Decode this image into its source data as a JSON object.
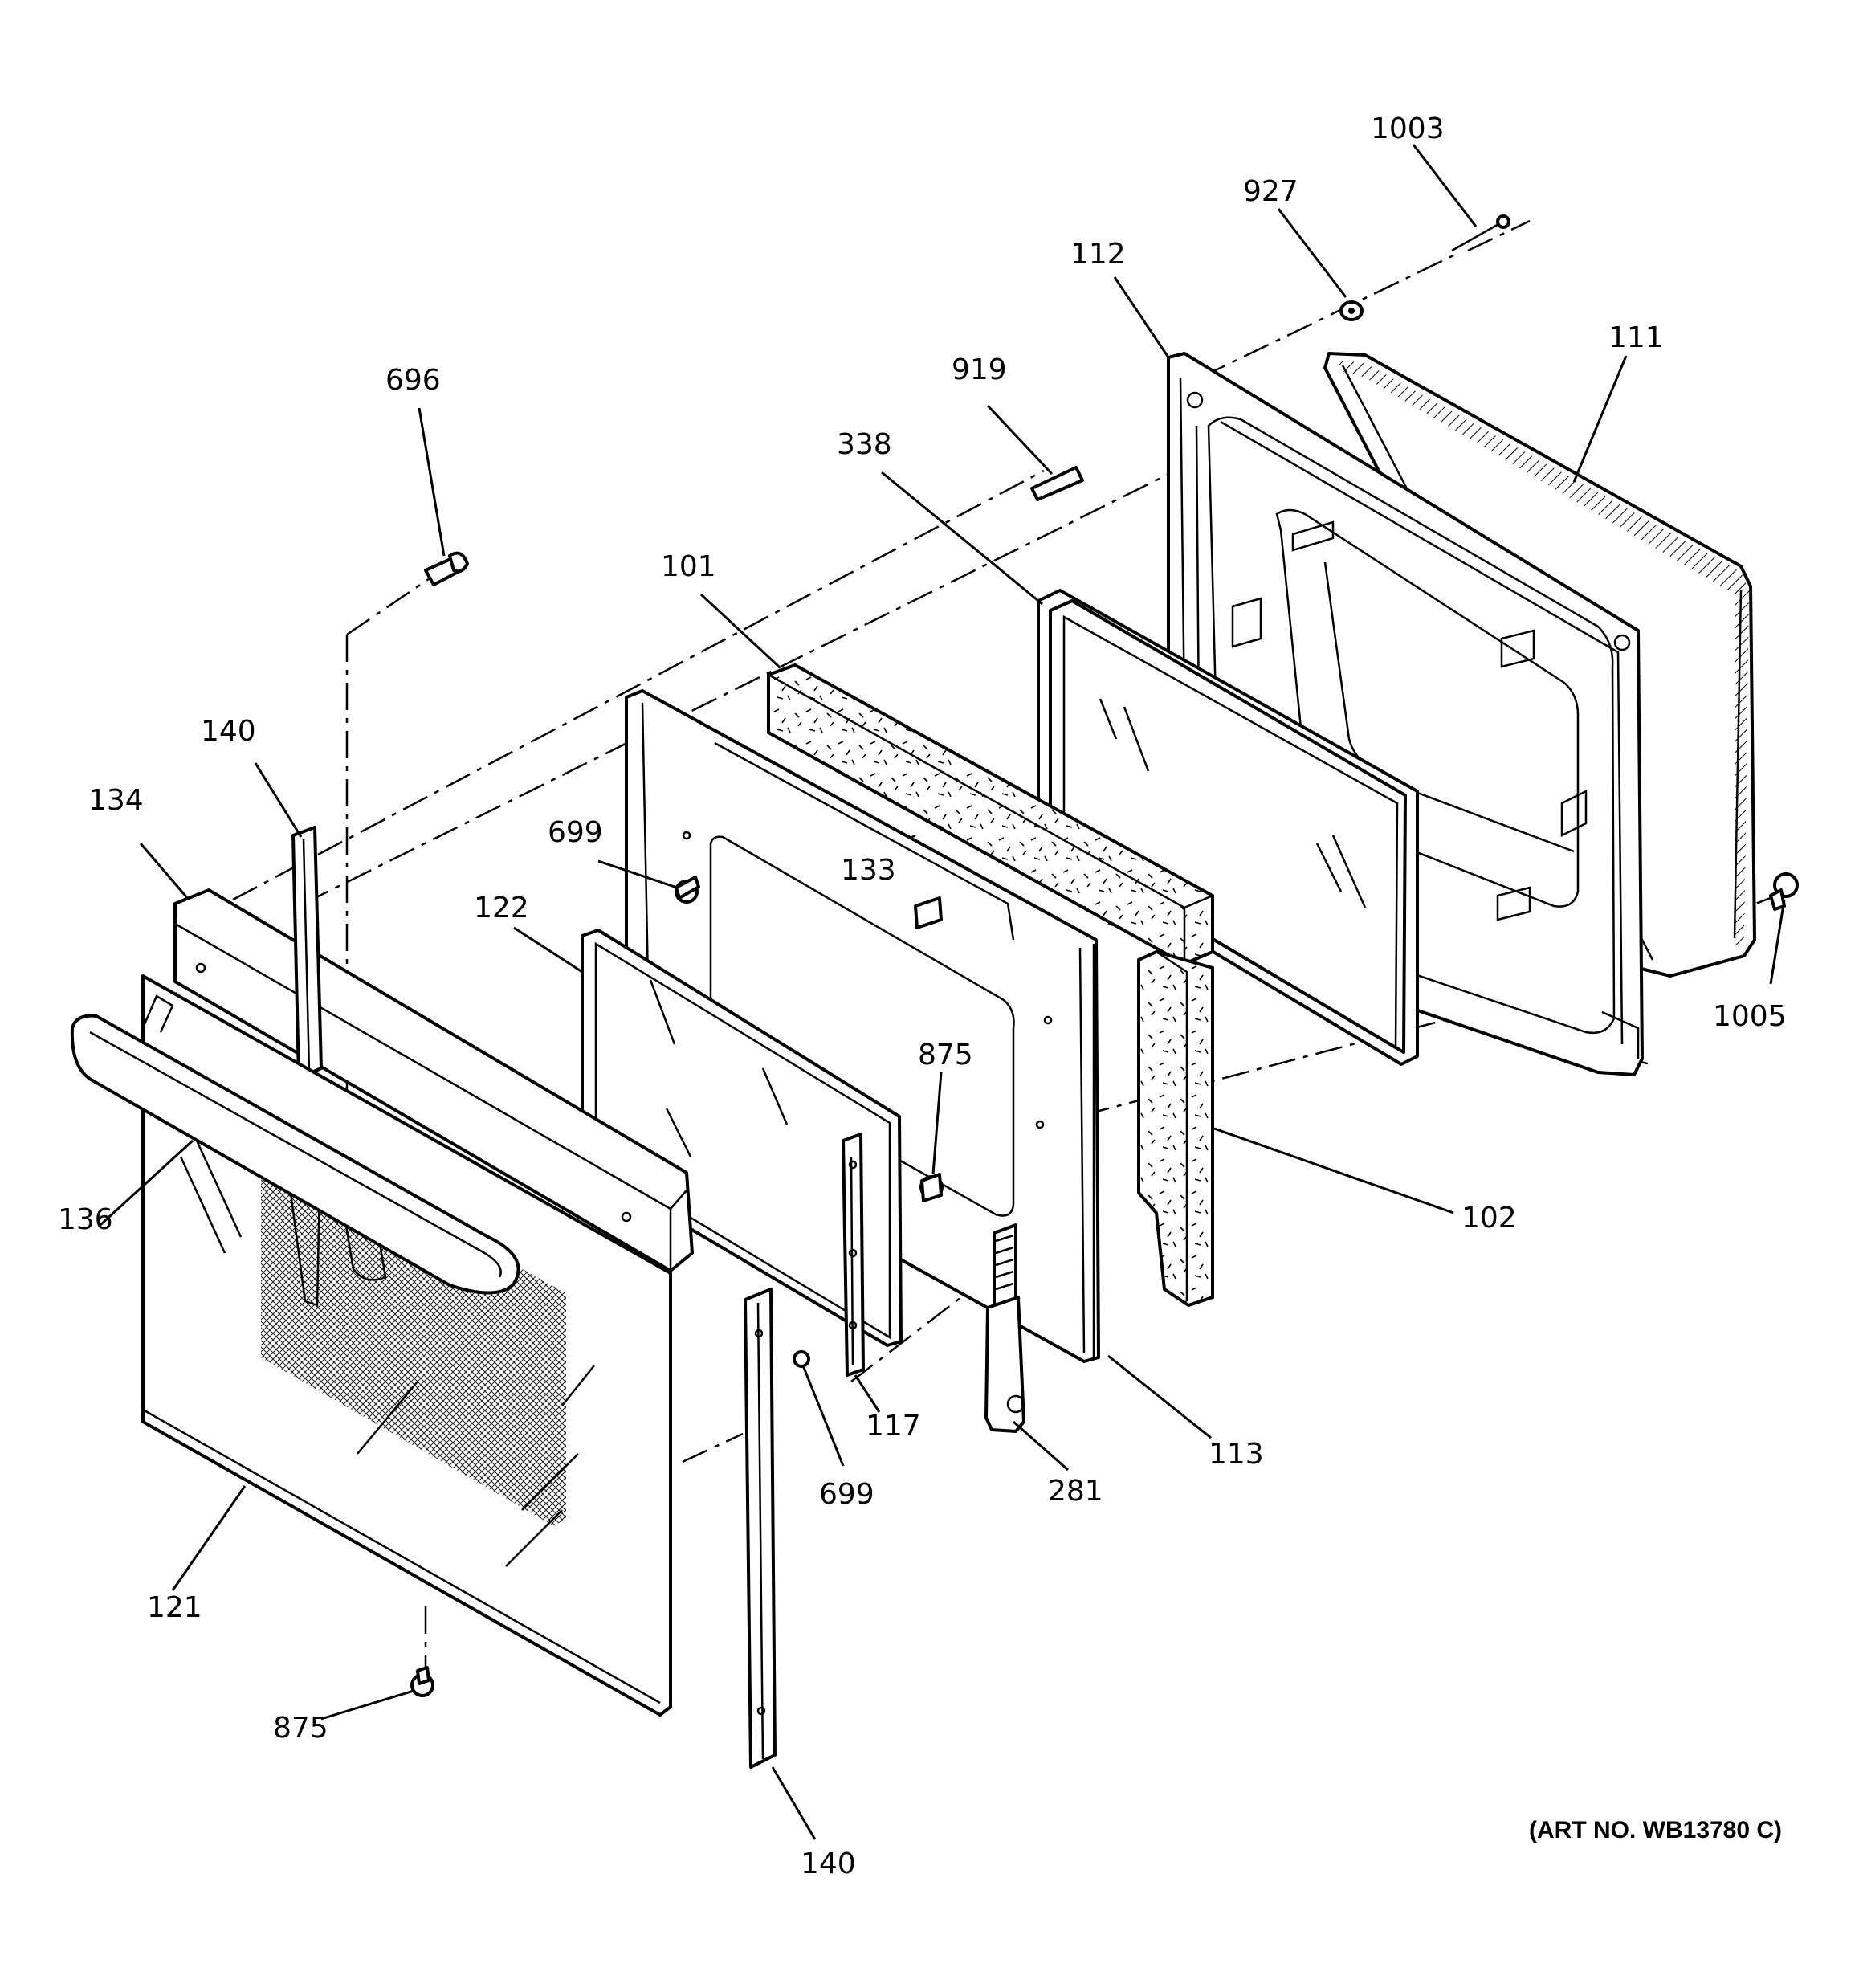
{
  "art_number": "(ART NO. WB13780 C)",
  "callouts": {
    "c1003": "1003",
    "c927": "927",
    "c112": "112",
    "c111": "111",
    "c919": "919",
    "c696": "696",
    "c338": "338",
    "c101": "101",
    "c140_top": "140",
    "c134": "134",
    "c699_top": "699",
    "c133": "133",
    "c122": "122",
    "c875_mid": "875",
    "c1005": "1005",
    "c136": "136",
    "c102": "102",
    "c117": "117",
    "c113": "113",
    "c699_bottom": "699",
    "c281": "281",
    "c121": "121",
    "c875_bottom": "875",
    "c140_bottom": "140"
  }
}
